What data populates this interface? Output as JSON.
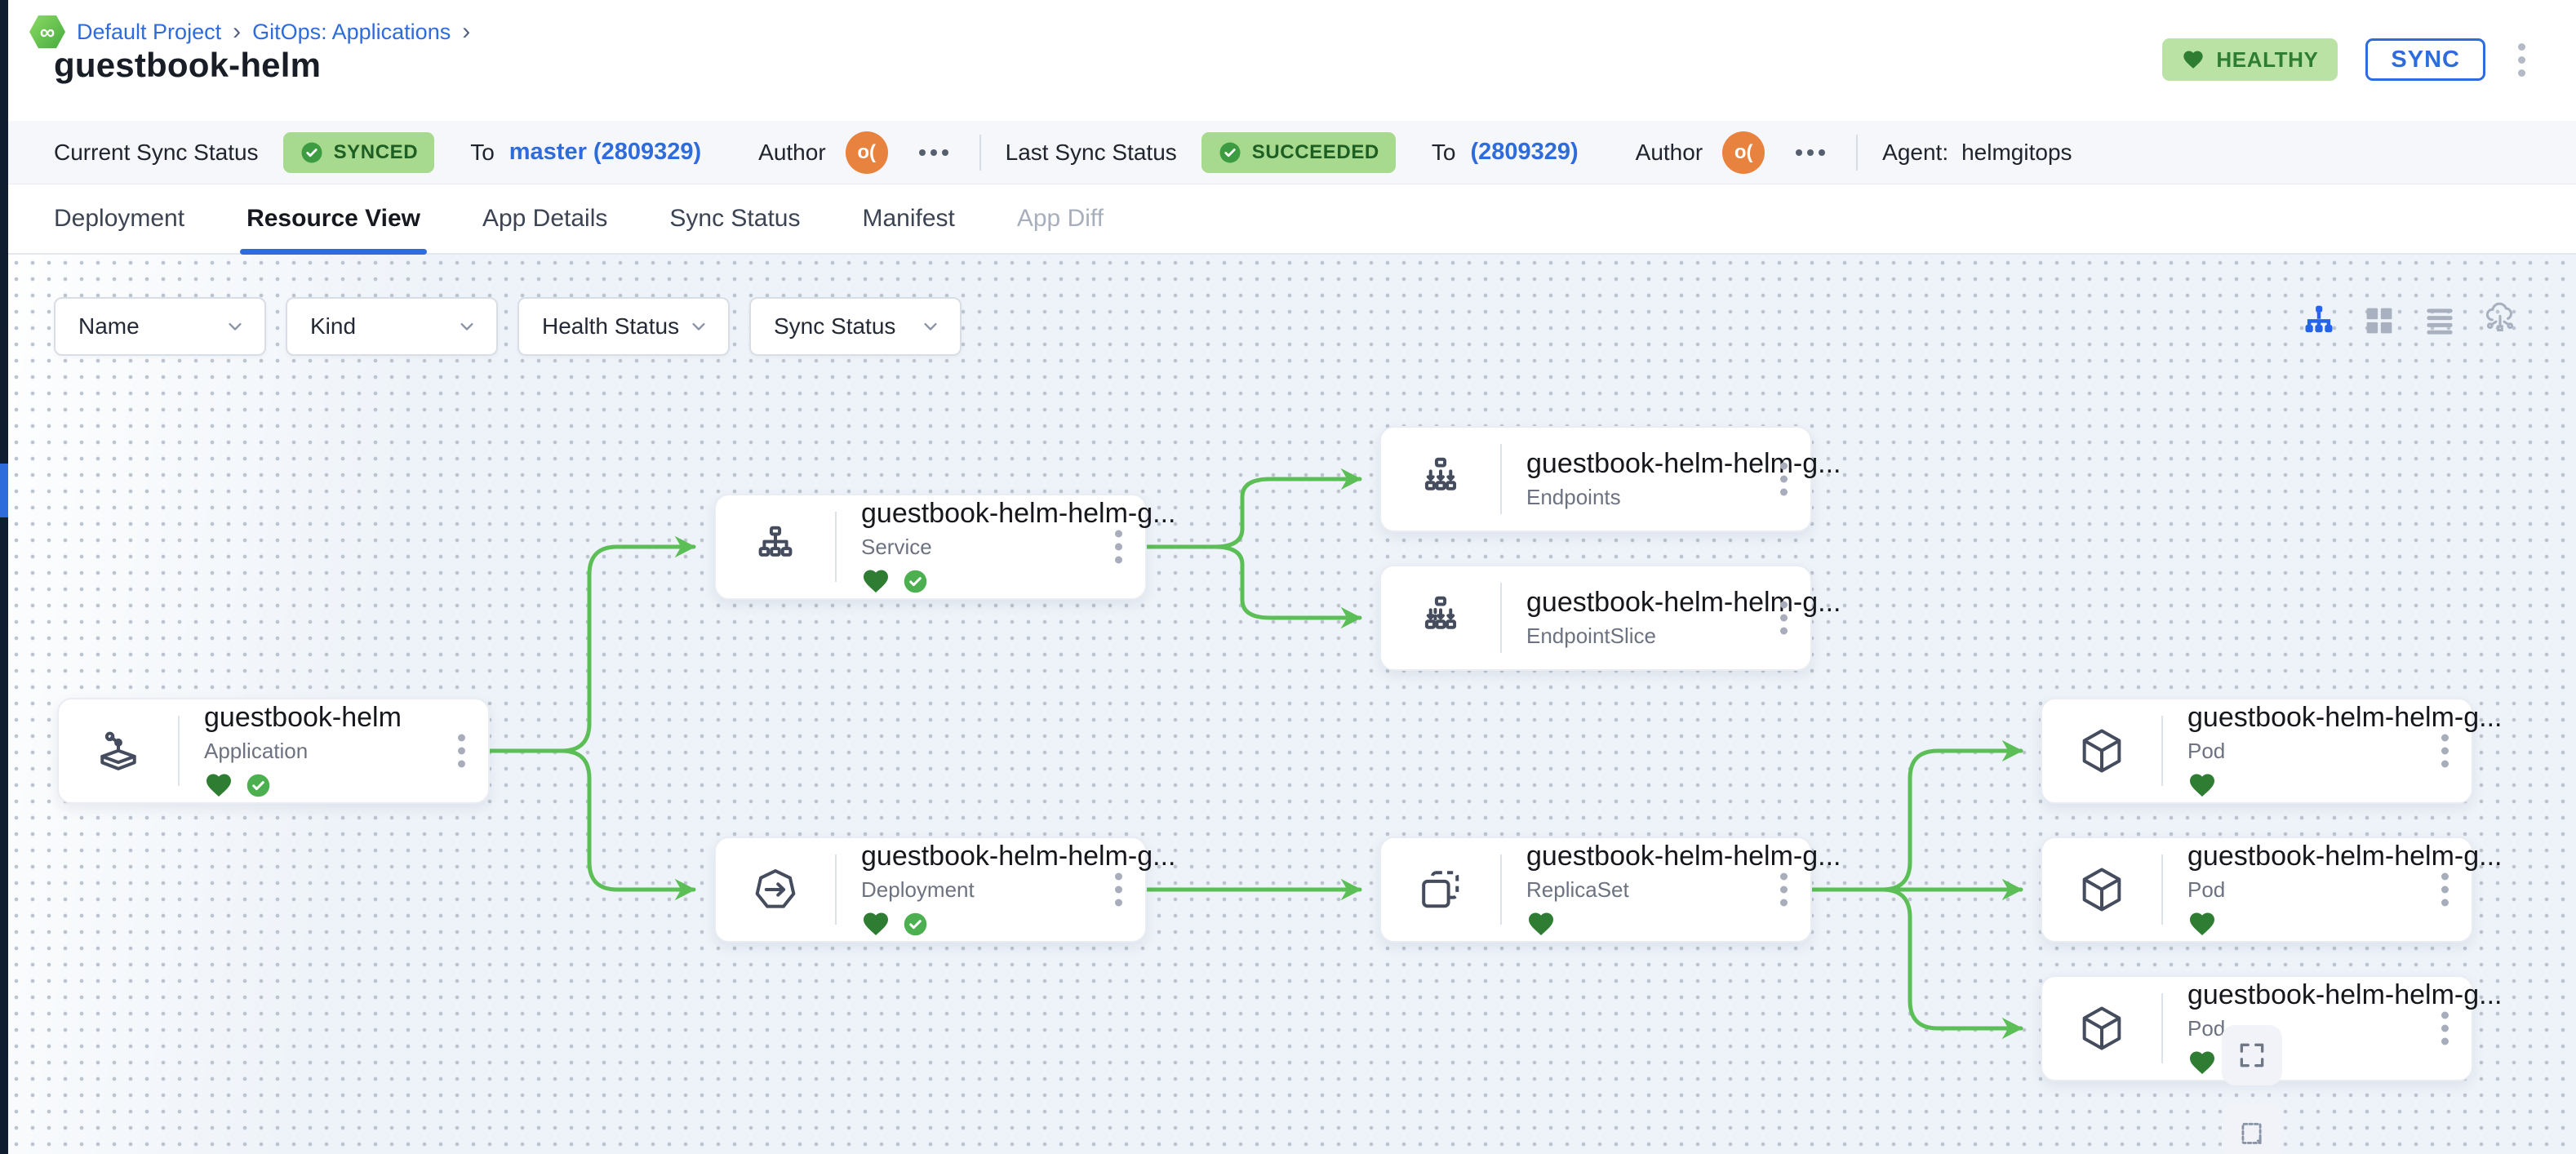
{
  "app": {
    "title": "guestbook-helm"
  },
  "breadcrumb": {
    "items": [
      "Default Project",
      "GitOps: Applications"
    ],
    "chevron": "›"
  },
  "header": {
    "health_badge": "HEALTHY",
    "sync_button": "SYNC"
  },
  "status_bar": {
    "current_label": "Current Sync Status",
    "current_badge": "SYNCED",
    "current_to_label": "To",
    "current_commit": "master (2809329)",
    "author_label": "Author",
    "avatar_text": "o(",
    "last_label": "Last Sync Status",
    "last_badge": "SUCCEEDED",
    "last_to_label": "To",
    "last_commit": "(2809329)",
    "agent_label": "Agent:",
    "agent_value": "helmgitops"
  },
  "tabs": [
    {
      "label": "Deployment",
      "state": "normal"
    },
    {
      "label": "Resource View",
      "state": "active"
    },
    {
      "label": "App Details",
      "state": "normal"
    },
    {
      "label": "Sync Status",
      "state": "normal"
    },
    {
      "label": "Manifest",
      "state": "normal"
    },
    {
      "label": "App Diff",
      "state": "disabled"
    }
  ],
  "filters": [
    {
      "label": "Name"
    },
    {
      "label": "Kind"
    },
    {
      "label": "Health Status"
    },
    {
      "label": "Sync Status"
    }
  ],
  "graph": {
    "nodes": [
      {
        "name": "guestbook-helm",
        "kind": "Application",
        "health": "healthy",
        "sync": "synced"
      },
      {
        "name": "guestbook-helm-helm-g...",
        "kind": "Service",
        "health": "healthy",
        "sync": "synced"
      },
      {
        "name": "guestbook-helm-helm-g...",
        "kind": "Endpoints"
      },
      {
        "name": "guestbook-helm-helm-g...",
        "kind": "EndpointSlice"
      },
      {
        "name": "guestbook-helm-helm-g...",
        "kind": "Deployment",
        "health": "healthy",
        "sync": "synced"
      },
      {
        "name": "guestbook-helm-helm-g...",
        "kind": "ReplicaSet",
        "health": "healthy"
      },
      {
        "name": "guestbook-helm-helm-g...",
        "kind": "Pod",
        "health": "healthy"
      },
      {
        "name": "guestbook-helm-helm-g...",
        "kind": "Pod",
        "health": "healthy"
      },
      {
        "name": "guestbook-helm-helm-g...",
        "kind": "Pod",
        "health": "healthy"
      }
    ],
    "edges": [
      {
        "from": "Application",
        "to": "Service"
      },
      {
        "from": "Application",
        "to": "Deployment"
      },
      {
        "from": "Service",
        "to": "Endpoints"
      },
      {
        "from": "Service",
        "to": "EndpointSlice"
      },
      {
        "from": "Deployment",
        "to": "ReplicaSet"
      },
      {
        "from": "ReplicaSet",
        "to": "Pod-1"
      },
      {
        "from": "ReplicaSet",
        "to": "Pod-2"
      },
      {
        "from": "ReplicaSet",
        "to": "Pod-3"
      }
    ]
  },
  "colors": {
    "accent_blue": "#2e6bdb",
    "edge_green": "#5cbe57",
    "health_green": "#2e7d32",
    "synced_green": "#43a047",
    "synced_badge_bg": "#a7d98f",
    "healthy_badge_bg": "#b9e2a4",
    "avatar_orange": "#e8823f"
  }
}
